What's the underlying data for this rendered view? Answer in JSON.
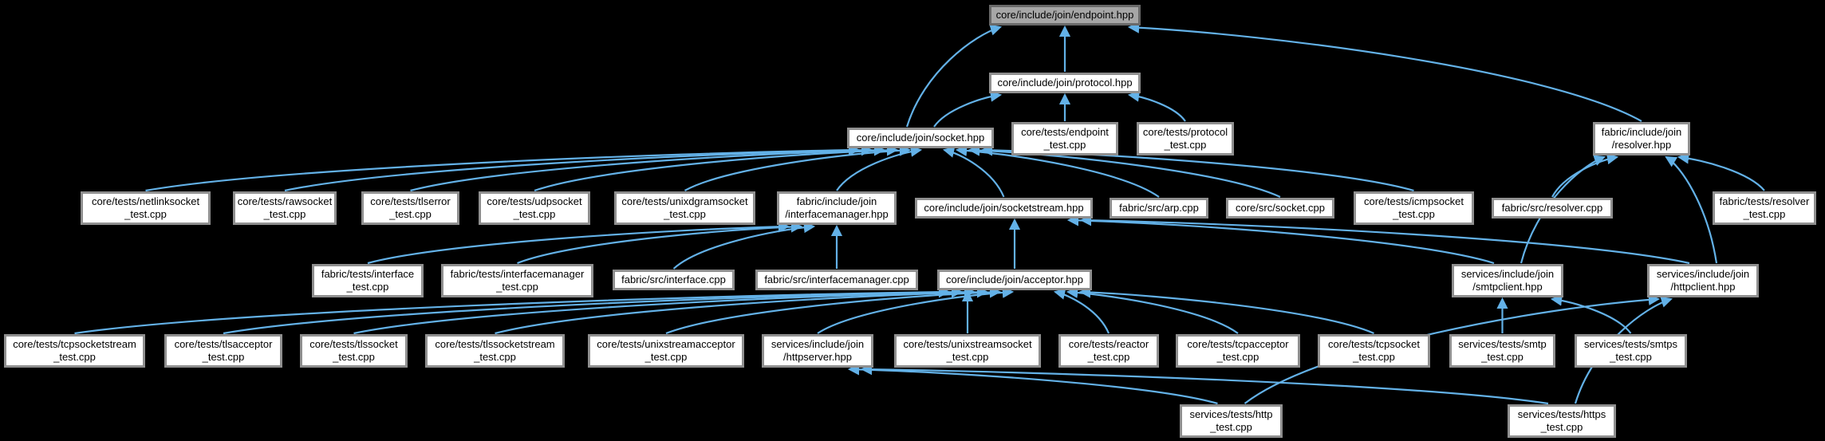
{
  "diagram": {
    "kind": "include-dependency-graph",
    "root_file": "core/include/join/endpoint.hpp",
    "colors": {
      "edge": "#63b1e7",
      "node_fill": "#ffffff",
      "node_border": "#8f8f8f",
      "root_fill": "#a6a6a6",
      "root_border": "#696969",
      "background": "#000000",
      "text": "#000000"
    },
    "nodes": [
      {
        "id": "endpoint",
        "root": true,
        "lines": [
          "core/include/join/endpoint.hpp"
        ]
      },
      {
        "id": "protocol",
        "lines": [
          "core/include/join/protocol.hpp"
        ]
      },
      {
        "id": "socket",
        "lines": [
          "core/include/join/socket.hpp"
        ]
      },
      {
        "id": "endpoint_test",
        "lines": [
          "core/tests/endpoint",
          "_test.cpp"
        ]
      },
      {
        "id": "protocol_test",
        "lines": [
          "core/tests/protocol",
          "_test.cpp"
        ]
      },
      {
        "id": "resolver",
        "lines": [
          "fabric/include/join",
          "/resolver.hpp"
        ]
      },
      {
        "id": "netlinksocket_test",
        "lines": [
          "core/tests/netlinksocket",
          "_test.cpp"
        ]
      },
      {
        "id": "rawsocket_test",
        "lines": [
          "core/tests/rawsocket",
          "_test.cpp"
        ]
      },
      {
        "id": "tlserror_test",
        "lines": [
          "core/tests/tlserror",
          "_test.cpp"
        ]
      },
      {
        "id": "udpsocket_test",
        "lines": [
          "core/tests/udpsocket",
          "_test.cpp"
        ]
      },
      {
        "id": "unixdgramsocket_test",
        "lines": [
          "core/tests/unixdgramsocket",
          "_test.cpp"
        ]
      },
      {
        "id": "interfacemanager_hpp",
        "lines": [
          "fabric/include/join",
          "/interfacemanager.hpp"
        ]
      },
      {
        "id": "socketstream",
        "lines": [
          "core/include/join/socketstream.hpp"
        ]
      },
      {
        "id": "arp_cpp",
        "lines": [
          "fabric/src/arp.cpp"
        ]
      },
      {
        "id": "socket_cpp",
        "lines": [
          "core/src/socket.cpp"
        ]
      },
      {
        "id": "icmpsocket_test",
        "lines": [
          "core/tests/icmpsocket",
          "_test.cpp"
        ]
      },
      {
        "id": "resolver_cpp",
        "lines": [
          "fabric/src/resolver.cpp"
        ]
      },
      {
        "id": "resolver_test",
        "lines": [
          "fabric/tests/resolver",
          "_test.cpp"
        ]
      },
      {
        "id": "interface_test",
        "lines": [
          "fabric/tests/interface",
          "_test.cpp"
        ]
      },
      {
        "id": "interfacemanager_test",
        "lines": [
          "fabric/tests/interfacemanager",
          "_test.cpp"
        ]
      },
      {
        "id": "interface_cpp",
        "lines": [
          "fabric/src/interface.cpp"
        ]
      },
      {
        "id": "interfacemanager_cpp",
        "lines": [
          "fabric/src/interfacemanager.cpp"
        ]
      },
      {
        "id": "acceptor",
        "lines": [
          "core/include/join/acceptor.hpp"
        ]
      },
      {
        "id": "smtpclient",
        "lines": [
          "services/include/join",
          "/smtpclient.hpp"
        ]
      },
      {
        "id": "httpclient",
        "lines": [
          "services/include/join",
          "/httpclient.hpp"
        ]
      },
      {
        "id": "tcpsocketstream_test",
        "lines": [
          "core/tests/tcpsocketstream",
          "_test.cpp"
        ]
      },
      {
        "id": "tlsacceptor_test",
        "lines": [
          "core/tests/tlsacceptor",
          "_test.cpp"
        ]
      },
      {
        "id": "tlssocket_test",
        "lines": [
          "core/tests/tlssocket",
          "_test.cpp"
        ]
      },
      {
        "id": "tlssocketstream_test",
        "lines": [
          "core/tests/tlssocketstream",
          "_test.cpp"
        ]
      },
      {
        "id": "unixstreamacceptor_test",
        "lines": [
          "core/tests/unixstreamacceptor",
          "_test.cpp"
        ]
      },
      {
        "id": "httpserver",
        "lines": [
          "services/include/join",
          "/httpserver.hpp"
        ]
      },
      {
        "id": "unixstreamsocket_test",
        "lines": [
          "core/tests/unixstreamsocket",
          "_test.cpp"
        ]
      },
      {
        "id": "reactor_test",
        "lines": [
          "core/tests/reactor",
          "_test.cpp"
        ]
      },
      {
        "id": "tcpacceptor_test",
        "lines": [
          "core/tests/tcpacceptor",
          "_test.cpp"
        ]
      },
      {
        "id": "tcpsocket_test",
        "lines": [
          "core/tests/tcpsocket",
          "_test.cpp"
        ]
      },
      {
        "id": "smtp_test",
        "lines": [
          "services/tests/smtp",
          "_test.cpp"
        ]
      },
      {
        "id": "smtps_test",
        "lines": [
          "services/tests/smtps",
          "_test.cpp"
        ]
      },
      {
        "id": "http_test",
        "lines": [
          "services/tests/http",
          "_test.cpp"
        ]
      },
      {
        "id": "https_test",
        "lines": [
          "services/tests/https",
          "_test.cpp"
        ]
      }
    ],
    "edges": [
      {
        "from": "protocol",
        "to": "endpoint"
      },
      {
        "from": "socket",
        "to": "endpoint"
      },
      {
        "from": "resolver",
        "to": "endpoint"
      },
      {
        "from": "socket",
        "to": "protocol"
      },
      {
        "from": "endpoint_test",
        "to": "protocol"
      },
      {
        "from": "protocol_test",
        "to": "protocol"
      },
      {
        "from": "netlinksocket_test",
        "to": "socket"
      },
      {
        "from": "rawsocket_test",
        "to": "socket"
      },
      {
        "from": "tlserror_test",
        "to": "socket"
      },
      {
        "from": "udpsocket_test",
        "to": "socket"
      },
      {
        "from": "unixdgramsocket_test",
        "to": "socket"
      },
      {
        "from": "interfacemanager_hpp",
        "to": "socket"
      },
      {
        "from": "socketstream",
        "to": "socket"
      },
      {
        "from": "arp_cpp",
        "to": "socket"
      },
      {
        "from": "socket_cpp",
        "to": "socket"
      },
      {
        "from": "icmpsocket_test",
        "to": "socket"
      },
      {
        "from": "resolver_cpp",
        "to": "resolver"
      },
      {
        "from": "smtpclient",
        "to": "resolver"
      },
      {
        "from": "httpclient",
        "to": "resolver"
      },
      {
        "from": "resolver_test",
        "to": "resolver"
      },
      {
        "from": "interface_test",
        "to": "interfacemanager_hpp"
      },
      {
        "from": "interfacemanager_test",
        "to": "interfacemanager_hpp"
      },
      {
        "from": "interface_cpp",
        "to": "interfacemanager_hpp"
      },
      {
        "from": "interfacemanager_cpp",
        "to": "interfacemanager_hpp"
      },
      {
        "from": "acceptor",
        "to": "socketstream"
      },
      {
        "from": "smtpclient",
        "to": "socketstream"
      },
      {
        "from": "httpclient",
        "to": "socketstream"
      },
      {
        "from": "tcpsocketstream_test",
        "to": "acceptor"
      },
      {
        "from": "tlsacceptor_test",
        "to": "acceptor"
      },
      {
        "from": "tlssocket_test",
        "to": "acceptor"
      },
      {
        "from": "tlssocketstream_test",
        "to": "acceptor"
      },
      {
        "from": "unixstreamacceptor_test",
        "to": "acceptor"
      },
      {
        "from": "httpserver",
        "to": "acceptor"
      },
      {
        "from": "unixstreamsocket_test",
        "to": "acceptor"
      },
      {
        "from": "reactor_test",
        "to": "acceptor"
      },
      {
        "from": "tcpacceptor_test",
        "to": "acceptor"
      },
      {
        "from": "tcpsocket_test",
        "to": "acceptor"
      },
      {
        "from": "smtp_test",
        "to": "smtpclient"
      },
      {
        "from": "smtps_test",
        "to": "smtpclient"
      },
      {
        "from": "http_test",
        "to": "httpclient"
      },
      {
        "from": "https_test",
        "to": "httpclient"
      },
      {
        "from": "http_test",
        "to": "httpserver"
      },
      {
        "from": "https_test",
        "to": "httpserver"
      }
    ]
  }
}
